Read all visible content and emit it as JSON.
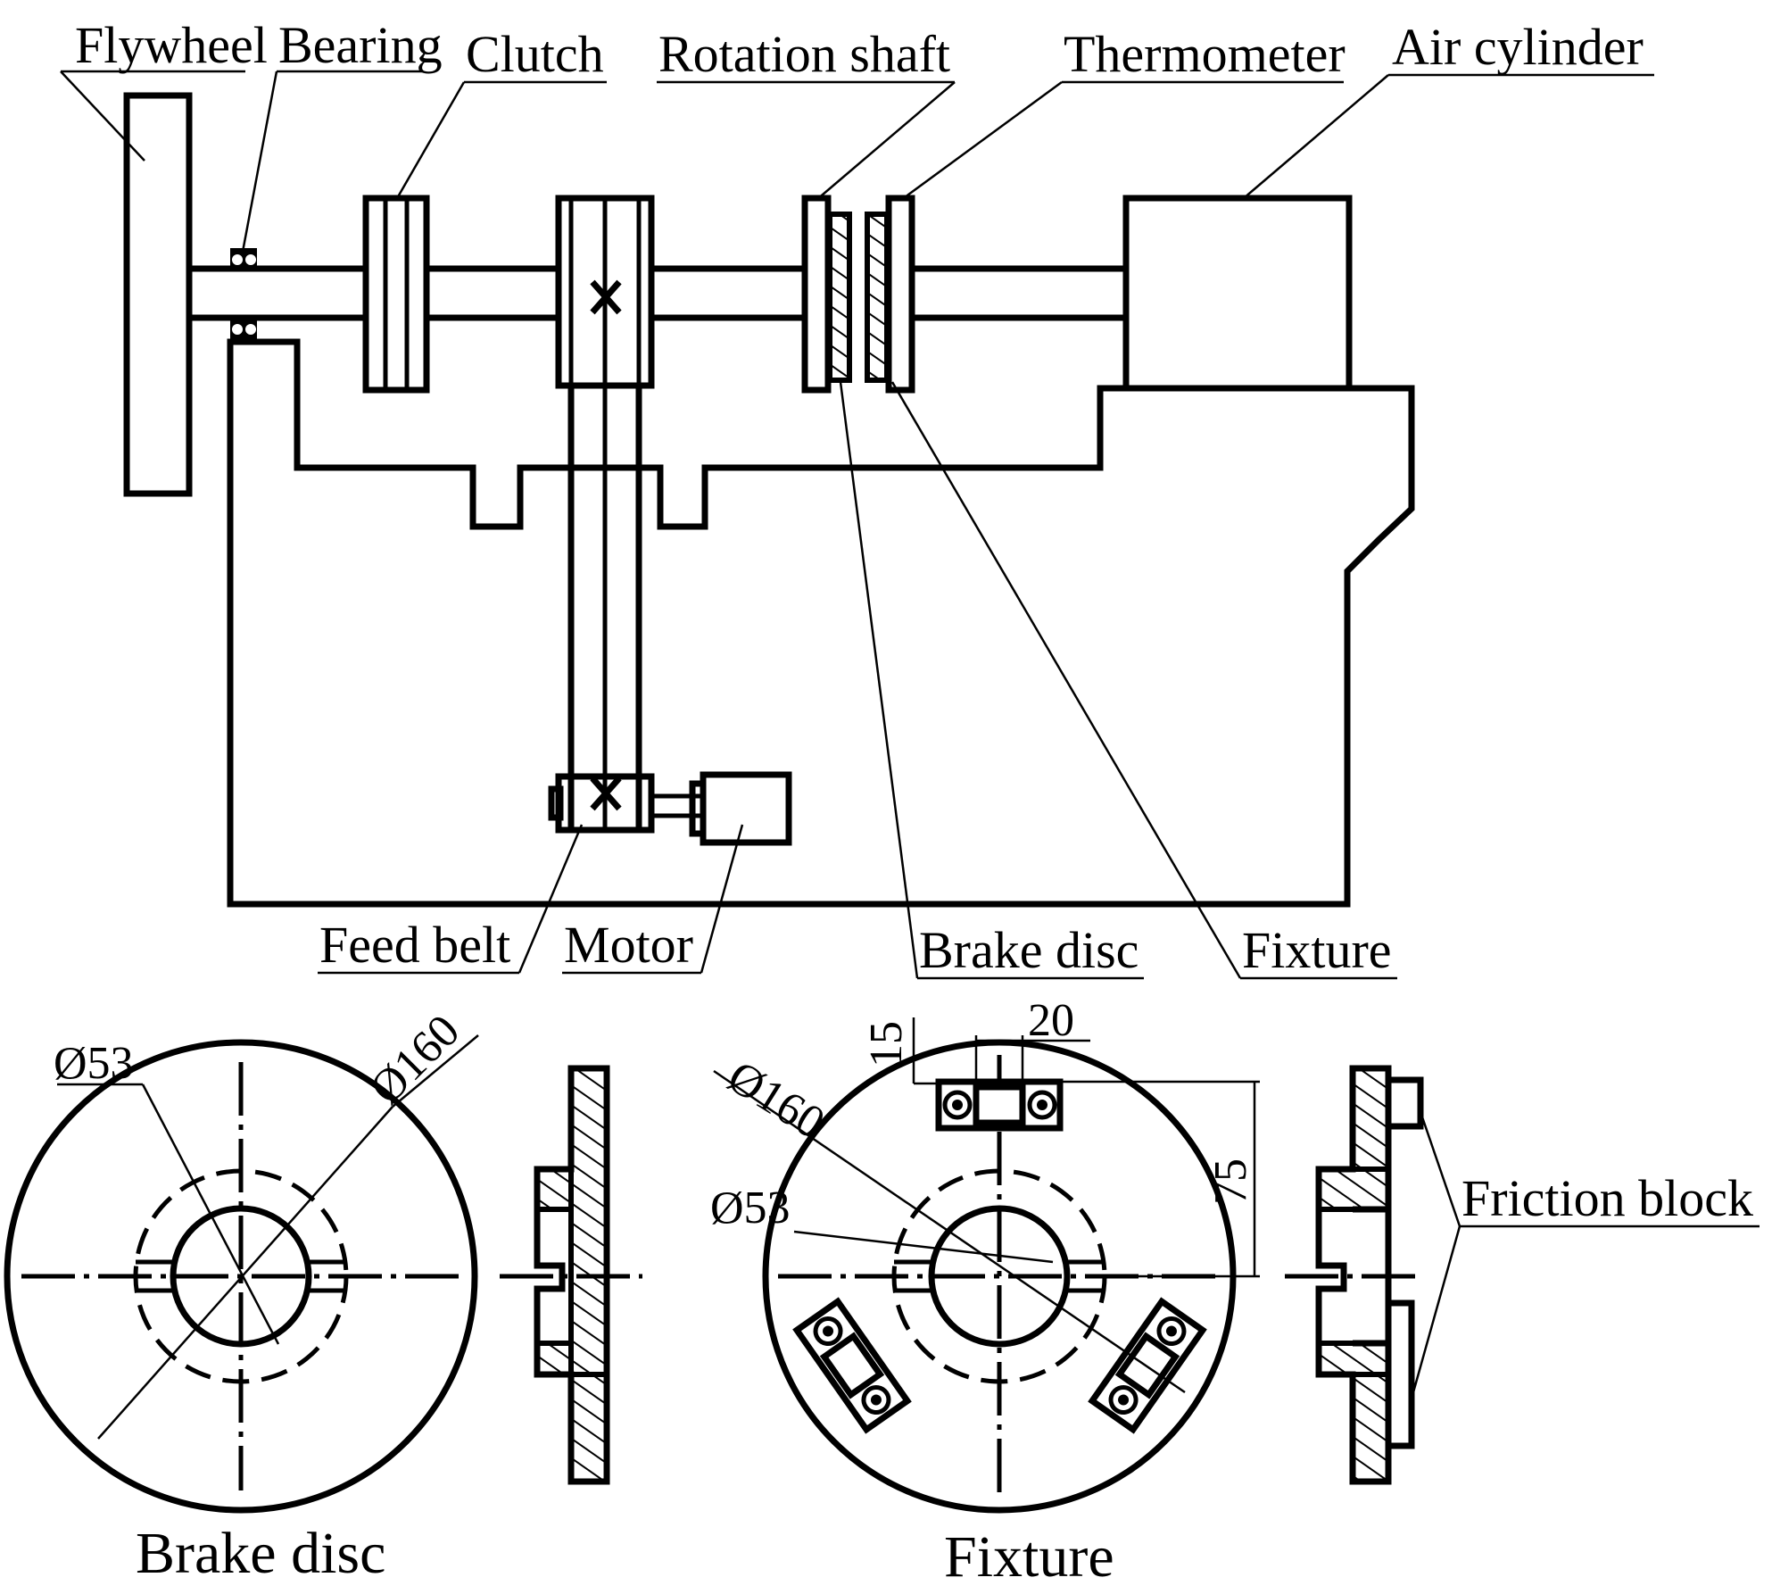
{
  "labels": {
    "flywheel": "Flywheel",
    "bearing": "Bearing",
    "clutch": "Clutch",
    "rotation_shaft": "Rotation shaft",
    "thermometer": "Thermometer",
    "air_cylinder": "Air cylinder",
    "feed_belt": "Feed belt",
    "motor": "Motor",
    "brake_disc": "Brake disc",
    "fixture": "Fixture",
    "friction_block": "Friction block"
  },
  "captions": {
    "brake_disc": "Brake disc",
    "fixture": "Fixture"
  },
  "dimensions": {
    "brake_disc_inner": "Ø53",
    "brake_disc_outer": "Ø160",
    "fixture_outer": "Ø160",
    "fixture_inner": "Ø53",
    "block_height": "15",
    "block_width": "20",
    "block_offset": "75"
  }
}
